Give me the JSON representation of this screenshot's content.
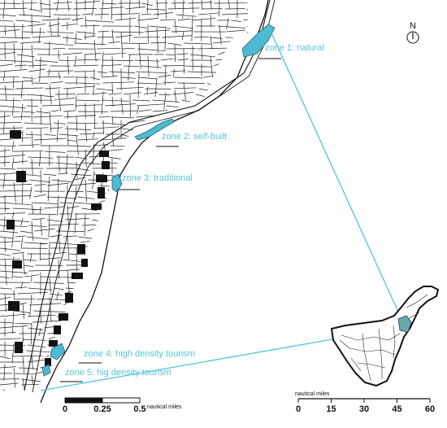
{
  "map": {
    "north_label": "N",
    "colors": {
      "accent": "#56c3d8",
      "zone_fill": "#4fb9cf",
      "parcel_stroke": "#222222",
      "dense_block": "#111111",
      "island_fill": "#ffffff"
    },
    "zones": [
      {
        "id": "natural",
        "label": "zone 1: natural"
      },
      {
        "id": "self-built",
        "label": "zone 2: self-built"
      },
      {
        "id": "traditional",
        "label": "zone 3: traditional"
      },
      {
        "id": "high-density-4",
        "label": "zone 4: high density tourism"
      },
      {
        "id": "high-density-5",
        "label": "zone 5: hig density tourism"
      }
    ],
    "scale_main": {
      "ticks": [
        "0",
        "0.25",
        "0.5"
      ],
      "unit": "nautical miles"
    },
    "scale_inset": {
      "title": "nautical miles",
      "ticks": [
        "0",
        "15",
        "30",
        "45",
        "60"
      ]
    }
  }
}
